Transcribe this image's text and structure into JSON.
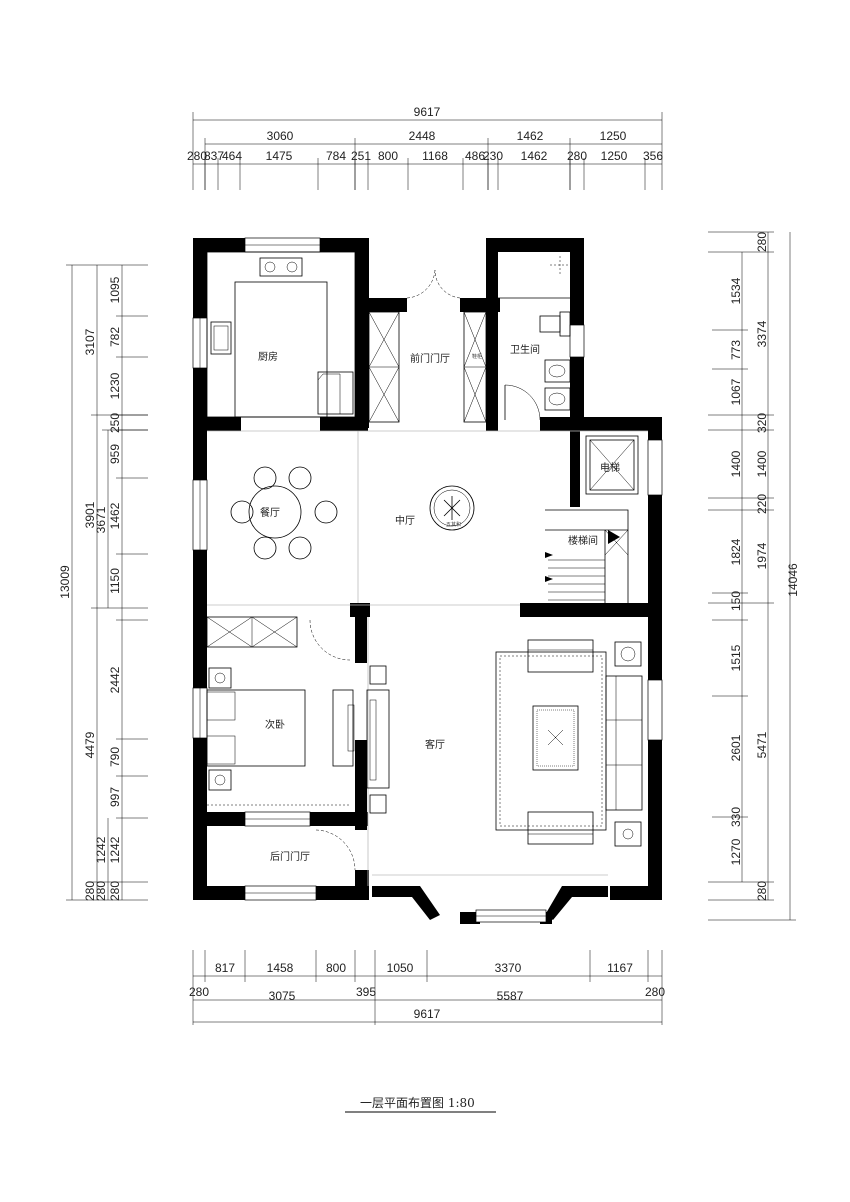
{
  "dimensions": {
    "top": {
      "total": "9617",
      "row2": [
        "3060",
        "2448",
        "1462",
        "1250"
      ],
      "row3": [
        "280",
        "837",
        "464",
        "1475",
        "784",
        "251",
        "800",
        "1168",
        "486",
        "230",
        "1462",
        "280",
        "1250",
        "356"
      ]
    },
    "bottom": {
      "row1": [
        "817",
        "1458",
        "800",
        "1050",
        "3370",
        "1167"
      ],
      "row2": [
        "280",
        "3075",
        "395",
        "5587",
        "280"
      ],
      "total": "9617"
    },
    "left": {
      "total": "13009",
      "mid": [
        "3107",
        "3901",
        "4479",
        "280"
      ],
      "inner": [
        "3671",
        "1242",
        "280"
      ],
      "detail": [
        "1095",
        "782",
        "1230",
        "250",
        "959",
        "1462",
        "1150",
        "2442",
        "790",
        "997",
        "1242",
        "280"
      ]
    },
    "right": {
      "total": "14046",
      "mid": [
        "280",
        "3374",
        "320",
        "1400",
        "220",
        "1974",
        "5471",
        "280"
      ],
      "detail": [
        "1534",
        "773",
        "1067",
        "1400",
        "1824",
        "150",
        "1515",
        "2601",
        "330",
        "1270"
      ]
    }
  },
  "rooms": {
    "kitchen": "厨房",
    "front_foyer": "前门门厅",
    "bathroom": "卫生间",
    "elevator": "电梯",
    "dining": "餐厅",
    "central_hall": "中厅",
    "stairwell": "楼梯间",
    "second_bedroom": "次卧",
    "living_room": "客厅",
    "back_foyer": "后门门厅"
  },
  "fixtures": {
    "shoe_cabinet": "鞋柜",
    "ornament": "五其和"
  },
  "drawing_title": "一层平面布置图  1:80"
}
